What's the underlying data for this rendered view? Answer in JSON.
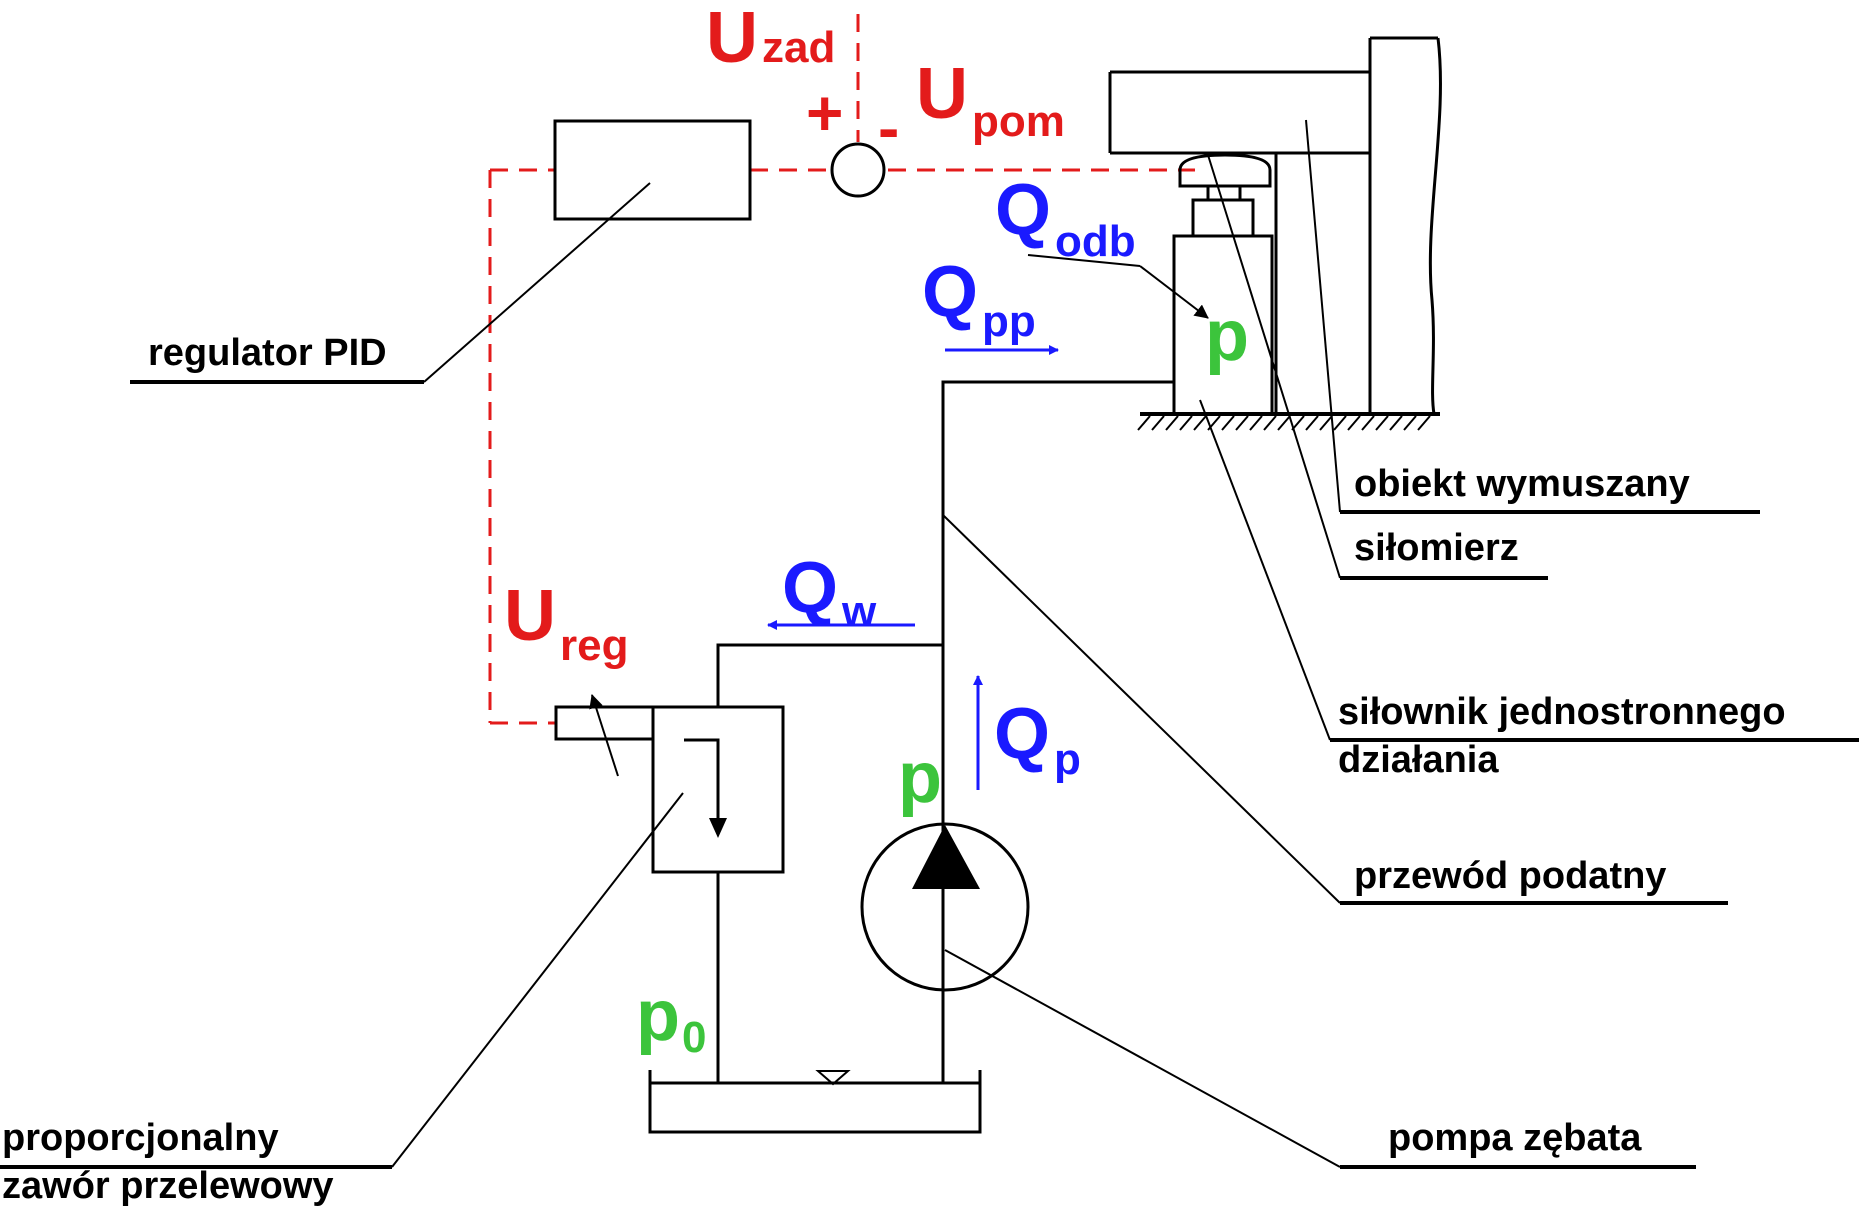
{
  "symbols": {
    "u_zad": {
      "main": "U",
      "sub": "zad"
    },
    "u_pom": {
      "main": "U",
      "sub": "pom"
    },
    "u_reg": {
      "main": "U",
      "sub": "reg"
    },
    "plus": "+",
    "minus": "-",
    "q_odb": {
      "main": "Q",
      "sub": "odb"
    },
    "q_pp": {
      "main": "Q",
      "sub": "pp"
    },
    "q_w": {
      "main": "Q",
      "sub": "w"
    },
    "q_p": {
      "main": "Q",
      "sub": "p"
    },
    "p_cylinder": "p",
    "p_pump": "p",
    "p_zero": {
      "main": "p",
      "sub": "0"
    }
  },
  "labels": {
    "regulator": "regulator PID",
    "object": "obiekt wymuszany",
    "force_meter": "siłomierz",
    "cylinder_line1": "siłownik jednostronnego",
    "cylinder_line2": "działania",
    "hose": "przewód podatny",
    "pump": "pompa zębata",
    "valve_line1": "proporcjonalny",
    "valve_line2": "zawór przelewowy"
  },
  "colors": {
    "signal": "#e31b1b",
    "flow": "#1a1aff",
    "pressure": "#3cc43c",
    "line": "#000000"
  }
}
